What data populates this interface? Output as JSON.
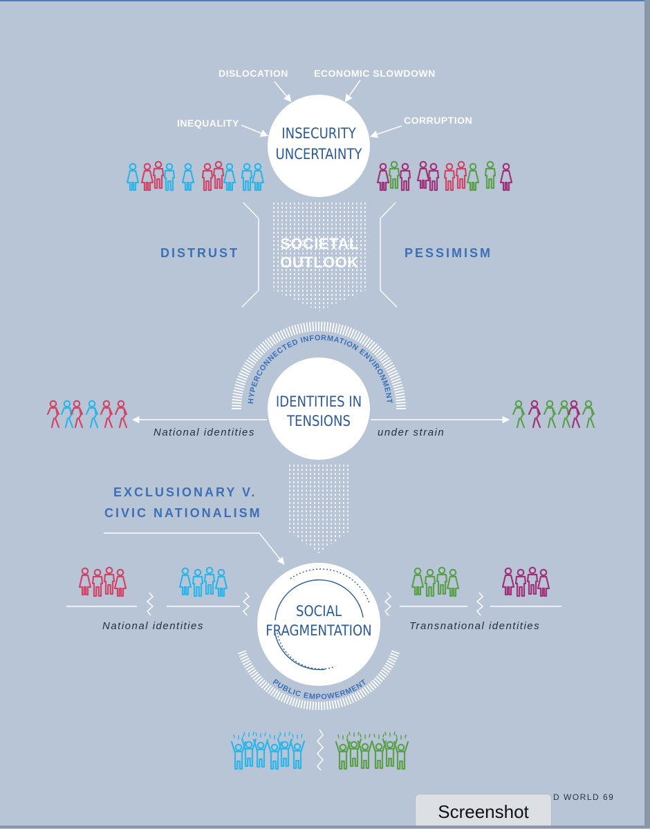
{
  "top_causes": {
    "dislocation": "DISLOCATION",
    "economic_slowdown": "ECONOMIC SLOWDOWN",
    "inequality": "INEQUALITY",
    "corruption": "CORRUPTION"
  },
  "insecurity_circle": {
    "line1": "INSECURITY",
    "line2": "UNCERTAINTY"
  },
  "societal_outlook": {
    "line1": "SOCIETAL",
    "line2": "OUTLOOK",
    "left": "DISTRUST",
    "right": "PESSIMISM"
  },
  "identities_circle": {
    "line1": "IDENTITIES IN",
    "line2": "TENSIONS",
    "arc_label": "HYPERCONNECTED INFORMATION ENVIRONMENT",
    "left_caption": "National identities",
    "right_caption": "under strain"
  },
  "nationalism": {
    "line1": "EXCLUSIONARY V.",
    "line2": "CIVIC NATIONALISM"
  },
  "fragmentation_circle": {
    "line1": "SOCIAL",
    "line2": "FRAGMENTATION",
    "arc_label": "PUBLIC EMPOWERMENT",
    "left_caption": "National identities",
    "right_caption": "Transnational identities"
  },
  "footer": {
    "text": "D WORLD",
    "page": "69"
  },
  "overlay": {
    "label": "Screenshot"
  },
  "colors": {
    "background": "#b8c5d7",
    "red": "#d24466",
    "cyan": "#2cb5e8",
    "purple": "#a03078",
    "green": "#5aa048",
    "title_blue": "#2a5a9a",
    "accent_blue": "#3b6fb6"
  },
  "icons": [
    "person-outline-icon",
    "raised-arms-crowd-icon",
    "zigzag-break-icon",
    "arrow-icon"
  ]
}
